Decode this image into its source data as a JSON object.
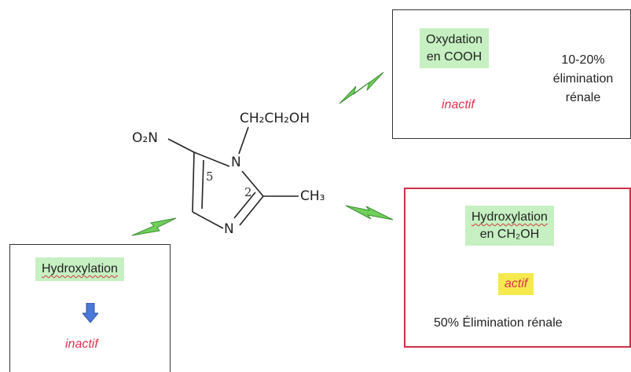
{
  "molecule": {
    "substituent_top": "CH₂CH₂OH",
    "nitro": "O₂N",
    "n1": "N",
    "n3": "N",
    "methyl": "CH₃",
    "pos5": "5",
    "pos2": "2"
  },
  "top_box": {
    "title_line1": "Oxydation",
    "title_line2": "en COOH",
    "status": "inactif",
    "elim_line1": "10-20%",
    "elim_line2": "élimination",
    "elim_line3": "rénale"
  },
  "right_box": {
    "title_line1": "Hydroxylation",
    "title_line2": "en CH₂OH",
    "status": "actif",
    "elim": "50% Élimination rénale"
  },
  "left_box": {
    "title": "Hydroxylation",
    "status": "inactif"
  },
  "colors": {
    "highlight_green": "#c6f0c2",
    "highlight_yellow": "#f5e94e",
    "accent_red": "#e0304e",
    "arrow_blue": "#4a78d6",
    "bolt_green": "#6fcf5a"
  }
}
